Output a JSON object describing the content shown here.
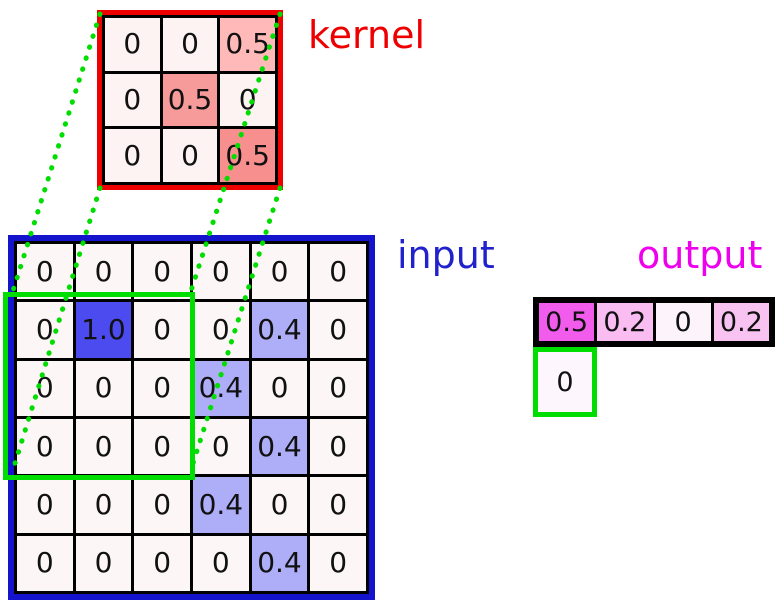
{
  "labels": {
    "kernel": "kernel",
    "input": "input",
    "output": "output"
  },
  "colors": {
    "kernel_border": "#ee0000",
    "input_border": "#1414cc",
    "output_border": "#000000",
    "highlight_green": "#00dd00",
    "kernel_label": "#ee0000",
    "input_label": "#2222cc",
    "output_label": "#ee00ee",
    "kernel_cell_default": "#fdf3f3",
    "input_cell_default": "#fdf6f6",
    "output_cell_default": "#fdf4fb"
  },
  "kernel": {
    "cols": 3,
    "default_bg": "#fdf3f3",
    "cells": [
      {
        "v": "0"
      },
      {
        "v": "0"
      },
      {
        "v": "0.5",
        "bg": "#ffb9b9"
      },
      {
        "v": "0"
      },
      {
        "v": "0.5",
        "bg": "#f79a9a"
      },
      {
        "v": "0"
      },
      {
        "v": "0"
      },
      {
        "v": "0"
      },
      {
        "v": "0.5",
        "bg": "#f88f8f"
      }
    ]
  },
  "input": {
    "cols": 6,
    "default_bg": "#fdf6f6",
    "cells": [
      {
        "v": "0"
      },
      {
        "v": "0"
      },
      {
        "v": "0"
      },
      {
        "v": "0"
      },
      {
        "v": "0"
      },
      {
        "v": "0"
      },
      {
        "v": "0"
      },
      {
        "v": "1.0",
        "bg": "#4b4bf0"
      },
      {
        "v": "0"
      },
      {
        "v": "0"
      },
      {
        "v": "0.4",
        "bg": "#aeaef8"
      },
      {
        "v": "0"
      },
      {
        "v": "0"
      },
      {
        "v": "0"
      },
      {
        "v": "0"
      },
      {
        "v": "0.4",
        "bg": "#aeaef8"
      },
      {
        "v": "0"
      },
      {
        "v": "0"
      },
      {
        "v": "0"
      },
      {
        "v": "0"
      },
      {
        "v": "0"
      },
      {
        "v": "0"
      },
      {
        "v": "0.4",
        "bg": "#aeaef8"
      },
      {
        "v": "0"
      },
      {
        "v": "0"
      },
      {
        "v": "0"
      },
      {
        "v": "0"
      },
      {
        "v": "0.4",
        "bg": "#aeaef8"
      },
      {
        "v": "0"
      },
      {
        "v": "0"
      },
      {
        "v": "0"
      },
      {
        "v": "0"
      },
      {
        "v": "0"
      },
      {
        "v": "0"
      },
      {
        "v": "0.4",
        "bg": "#aeaef8"
      },
      {
        "v": "0"
      }
    ]
  },
  "output": {
    "cols": 4,
    "default_bg": "#fdf4fb",
    "cells": [
      {
        "v": "0.5",
        "bg": "#f25cec"
      },
      {
        "v": "0.2",
        "bg": "#f9bdf2"
      },
      {
        "v": "0",
        "bg": "#fdf4fb"
      },
      {
        "v": "0.2",
        "bg": "#f8c3f1"
      }
    ],
    "current": {
      "v": "0"
    }
  }
}
